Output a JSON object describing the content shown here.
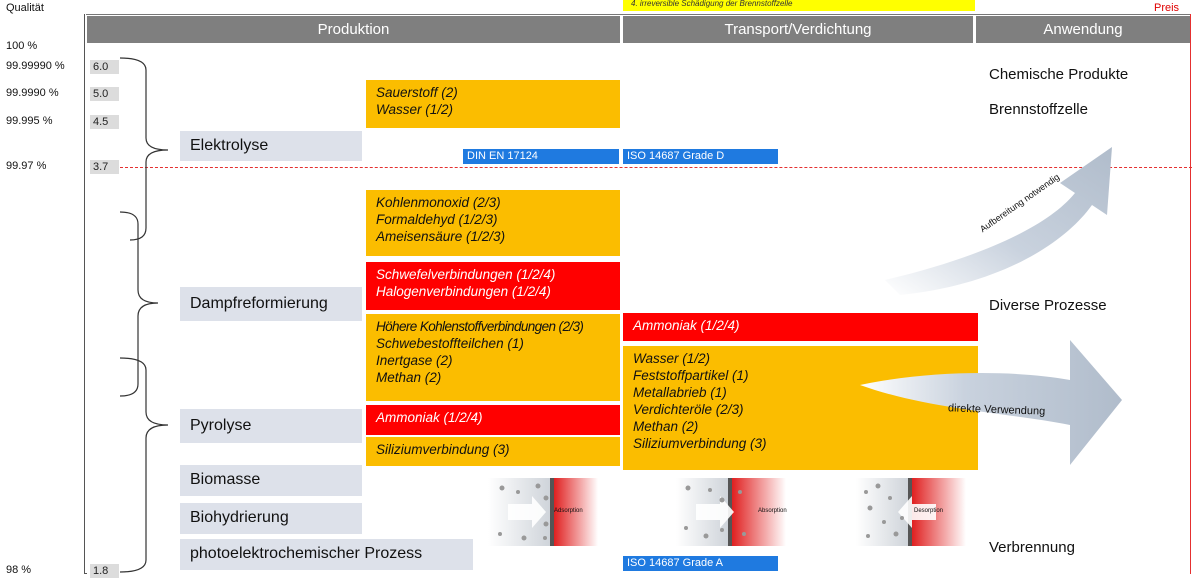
{
  "y_title": "Qualität",
  "price_label": "Preis",
  "note": "4. irreversible Schädigung der Brennstoffzelle",
  "purity_levels": [
    {
      "pct": "100 %",
      "grade": ""
    },
    {
      "pct": "99.99990 %",
      "grade": "6.0"
    },
    {
      "pct": "99.9990 %",
      "grade": "5.0"
    },
    {
      "pct": "99.995 %",
      "grade": "4.5"
    },
    {
      "pct": "99.97 %",
      "grade": "3.7"
    },
    {
      "pct": "98 %",
      "grade": "1.8"
    }
  ],
  "headers": {
    "production": "Produktion",
    "transport": "Transport/Verdichtung",
    "application": "Anwendung"
  },
  "processes": [
    "Elektrolyse",
    "Dampfreformierung",
    "Pyrolyse",
    "Biomasse",
    "Biohydrierung",
    "photoelektrochemischer Prozess"
  ],
  "production_impurities": {
    "electrolysis": [
      "Sauerstoff (2)",
      "Wasser (1/2)"
    ],
    "reforming_a": [
      "Kohlenmonoxid (2/3)",
      "Formaldehyd (1/2/3)",
      "Ameisensäure (1/2/3)"
    ],
    "reforming_b": [
      "Schwefelverbindungen (1/2/4)",
      "Halogenverbindungen (1/2/4)"
    ],
    "reforming_c": [
      "Höhere Kohlenstoffverbindungen (2/3)",
      "Schwebestoffteilchen (1)",
      "Inertgase (2)",
      "Methan (2)"
    ],
    "pyrolysis_a": [
      "Ammoniak (1/2/4)"
    ],
    "pyrolysis_b": [
      "Siliziumverbindung (3)"
    ]
  },
  "transport_impurities": {
    "red": [
      "Ammoniak (1/2/4)"
    ],
    "orange": [
      "Wasser (1/2)",
      "Feststoffpartikel (1)",
      "Metallabrieb (1)",
      "Verdichteröle (2/3)",
      "Methan (2)",
      "Siliziumverbindung (3)"
    ]
  },
  "standards": {
    "din": "DIN EN 17124",
    "iso_d": "ISO 14687 Grade D",
    "iso_a": "ISO 14687 Grade A"
  },
  "applications": [
    "Chemische Produkte",
    "Brennstoffzelle",
    "Diverse Prozesse",
    "Verbrennung"
  ],
  "arrows": {
    "upper": "Aufbereitung notwendig",
    "lower": "direkte Verwendung"
  },
  "sorption": [
    "Adsorption",
    "Absorption",
    "Desorption"
  ],
  "colors": {
    "orange": "#fbbd00",
    "red": "#ff0000",
    "blue": "#1f7ae0",
    "header": "#7f7f7f",
    "process": "#dde1ea"
  }
}
